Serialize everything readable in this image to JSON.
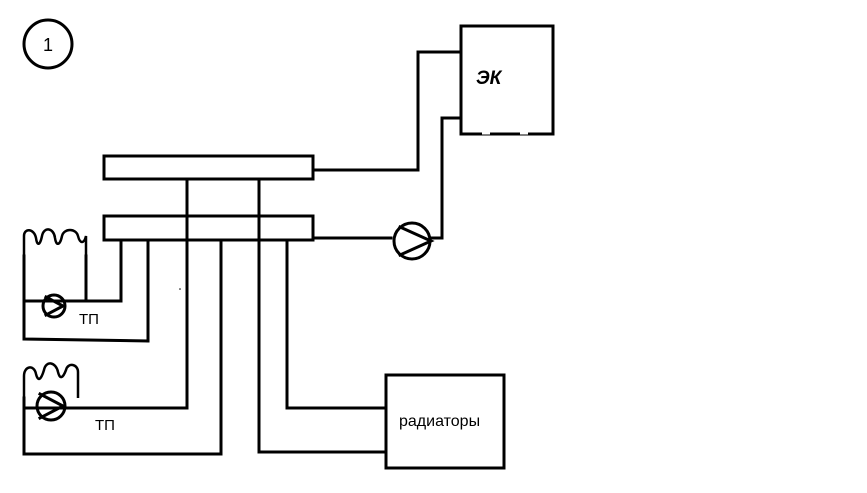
{
  "diagram": {
    "number_label": "1",
    "boiler_label": "ЭК",
    "radiators_label": "радиаторы",
    "floor_loop_1_label": "ТП",
    "floor_loop_2_label": "ТП"
  },
  "icons": {
    "pump": "pump-icon",
    "floor_heating": "floor-heating-coil-icon"
  }
}
